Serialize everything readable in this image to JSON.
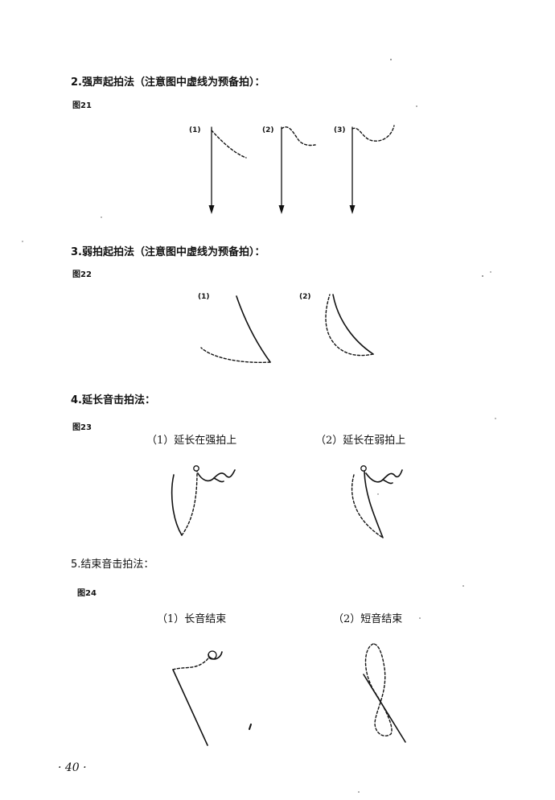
{
  "sections": {
    "s2": {
      "title": "2.强声起拍法（注意图中虚线为预备拍）：",
      "fig": "图21",
      "labels": [
        "(1)",
        "(2)",
        "(3)"
      ]
    },
    "s3": {
      "title": "3.弱拍起拍法（注意图中虚线为预备拍）：",
      "fig": "图22",
      "labels": [
        "(1)",
        "(2)"
      ]
    },
    "s4": {
      "title": "4.延长音击拍法：",
      "fig": "图23",
      "sub": [
        "（1）延长在强拍上",
        "（2）延长在弱拍上"
      ]
    },
    "s5": {
      "title": "5.结束音击拍法：",
      "fig": "图24",
      "sub": [
        "（1）长音结束",
        "（2）短音结束"
      ]
    }
  },
  "page_number": "· 40 ·"
}
